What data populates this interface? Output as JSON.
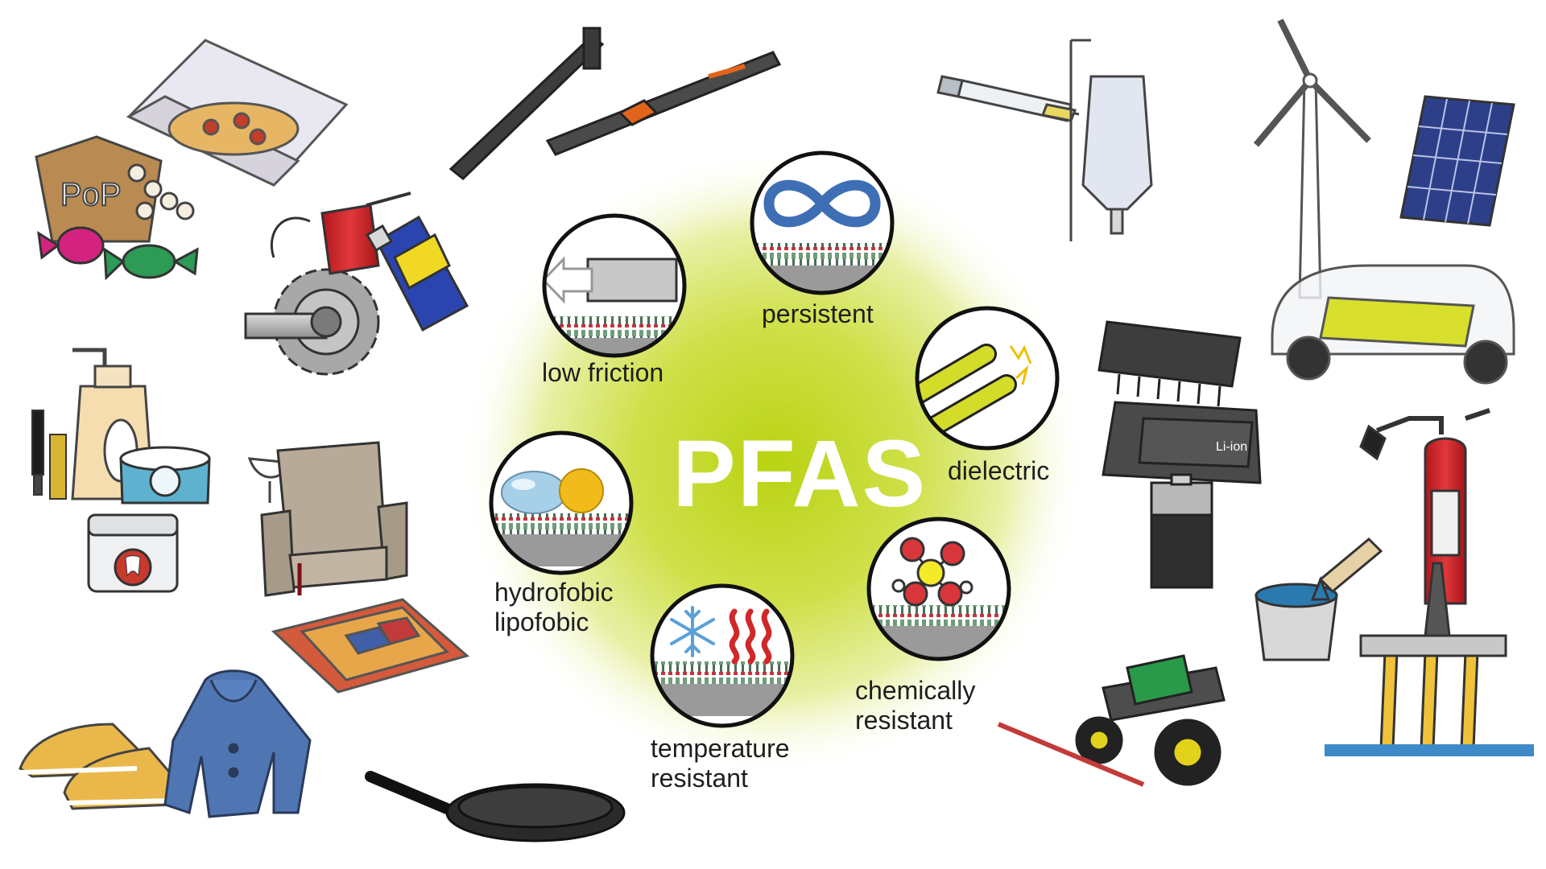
{
  "title": "PFAS",
  "properties": [
    {
      "id": "low_friction",
      "lines": [
        "low friction"
      ],
      "icon": "arrow-block-icon"
    },
    {
      "id": "persistent",
      "lines": [
        "persistent"
      ],
      "icon": "infinity-icon"
    },
    {
      "id": "dielectric",
      "lines": [
        "dielectric"
      ],
      "icon": "cables-spark-icon"
    },
    {
      "id": "hydrofobic_lipofobic",
      "lines": [
        "hydrofobic",
        "lipofobic"
      ],
      "icon": "droplets-icon"
    },
    {
      "id": "chemically_resistant",
      "lines": [
        "chemically",
        "resistant"
      ],
      "icon": "molecule-icon"
    },
    {
      "id": "temperature_resistant",
      "lines": [
        "temperature",
        "resistant"
      ],
      "icon": "snowflake-heat-icon"
    }
  ],
  "products": [
    "pizza-box-icon",
    "popcorn-bag-icon",
    "candy-icon",
    "skis-icon",
    "oil-can-icon",
    "spray-can-icon",
    "gear-icon",
    "lotion-bottle-icon",
    "mascara-icon",
    "cream-jar-icon",
    "dental-floss-icon",
    "armchair-icon",
    "wine-glass-icon",
    "rug-icon",
    "sneakers-icon",
    "jacket-icon",
    "frying-pan-icon",
    "syringe-icon",
    "iv-bag-icon",
    "wind-turbine-icon",
    "solar-panel-icon",
    "electric-car-icon",
    "microchip-icon",
    "smartphone-icon",
    "li-ion-battery-icon",
    "battery-icon",
    "fire-extinguisher-icon",
    "paint-bucket-icon",
    "tractor-sprayer-icon",
    "oil-platform-icon"
  ],
  "colors": {
    "glow": "#c6dc1e",
    "title": "#ffffff",
    "label": "#1e1e1e",
    "coating_green": "#6f9c7a",
    "coating_red": "#c8323c"
  }
}
